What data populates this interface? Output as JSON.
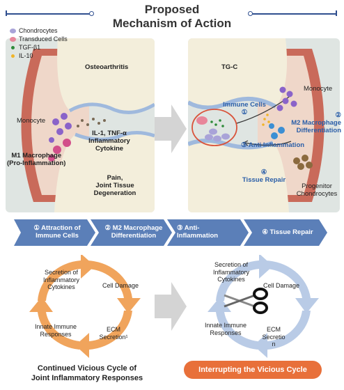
{
  "title_line1": "Proposed",
  "title_line2": "Mechanism of Action",
  "legend": [
    {
      "label": "Chondrocytes",
      "color": "#a9a3d8"
    },
    {
      "label": "Transduced Cells",
      "color": "#e8869a"
    },
    {
      "label": "TGF-β1",
      "color": "#2e8b3a"
    },
    {
      "label": "IL-10",
      "color": "#f0b429"
    }
  ],
  "left_panel": {
    "title": "Osteoarthritis",
    "monocyte": "Monocyte",
    "m1_line1": "M1 Macrophage",
    "m1_line2": "(Pro-Inflammation)",
    "cytokine_line1": "IL-1, TNF-α",
    "cytokine_line2": "Inflammatory",
    "cytokine_line3": "Cytokine",
    "pain_line1": "Pain,",
    "pain_line2": "Joint Tissue",
    "pain_line3": "Degeneration"
  },
  "right_panel": {
    "title": "TG-C",
    "monocyte": "Monocyte",
    "immune_cells": "Immune Cells",
    "step1_num": "①",
    "step2_num": "②",
    "step3_num": "③",
    "step4_num": "④",
    "m2_line1": "M2 Macrophage",
    "m2_line2": "Differentiation",
    "anti_inflammation": "Anti Inflammation",
    "tissue_repair": "Tissue Repair",
    "progenitor_line1": "Progenitor",
    "progenitor_line2": "Chondrocytes"
  },
  "steps": [
    {
      "line1": "① Attraction of",
      "line2": "Immune Cells"
    },
    {
      "line1": "② M2 Macrophage",
      "line2": "Differentiation"
    },
    {
      "line1": "③ Anti-",
      "line2": "Inflammation"
    },
    {
      "line1": "④ Tissue Repair",
      "line2": ""
    }
  ],
  "left_cycle": {
    "secretion_line1": "Secretion of",
    "secretion_line2": "Inflammatory",
    "secretion_line3": "Cytokines",
    "cell_damage": "Cell Damage",
    "ecm_line1": "ECM",
    "ecm_line2": "Secretion¹",
    "innate_line1": "Innate Immune",
    "innate_line2": "Responses",
    "caption_line1": "Continued Vicious Cycle of",
    "caption_line2": "Joint Inflammatory Responses"
  },
  "right_cycle": {
    "secretion_line1": "Secretion of",
    "secretion_line2": "Inflammatory",
    "secretion_line3": "Cytokines",
    "cell_damage": "Cell Damage",
    "ecm_line1": "ECM",
    "ecm_line2": "Secretio",
    "ecm_line3": "n",
    "innate_line1": "Innate Immune",
    "innate_line2": "Responses",
    "caption": "Interrupting the Vicious Cycle"
  },
  "colors": {
    "step_bar": "#5b7fb8",
    "left_cycle": "#f0a45c",
    "right_cycle": "#b9cbe6",
    "pill": "#e8703a",
    "bone": "#f3eedb",
    "tissue": "#c96a5a"
  }
}
